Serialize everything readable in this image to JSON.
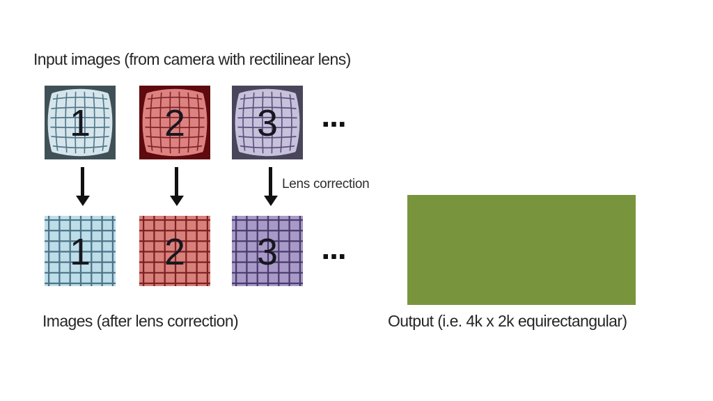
{
  "diagram": {
    "title": "Input images (from camera with rectilinear lens)",
    "input_row": {
      "tiles": [
        {
          "number": "1",
          "color_name": "blue",
          "fill": "#d6e5ec",
          "grid_line": "#4f7787",
          "backdrop": "#3f5157"
        },
        {
          "number": "2",
          "color_name": "red",
          "fill": "#dd8280",
          "grid_line": "#7c2428",
          "backdrop": "#5e0a0e"
        },
        {
          "number": "3",
          "color_name": "purple",
          "fill": "#c7c1dc",
          "grid_line": "#5a4f7a",
          "backdrop": "#49455b"
        }
      ],
      "ellipsis": "..."
    },
    "transform": {
      "label": "Lens correction",
      "arrow_count": 3
    },
    "corrected_row": {
      "tiles": [
        {
          "number": "1",
          "color_name": "blue",
          "fill": "#bddde9",
          "grid_line": "#4d7386"
        },
        {
          "number": "2",
          "color_name": "red",
          "fill": "#d8807a",
          "grid_line": "#7c2022"
        },
        {
          "number": "3",
          "color_name": "purple",
          "fill": "#a79ac8",
          "grid_line": "#4a3a6a"
        }
      ],
      "ellipsis": "...",
      "caption": "Images (after lens correction)"
    },
    "output": {
      "caption": "Output (i.e. 4k x 2k equirectangular)",
      "fill": "#78953e"
    }
  }
}
